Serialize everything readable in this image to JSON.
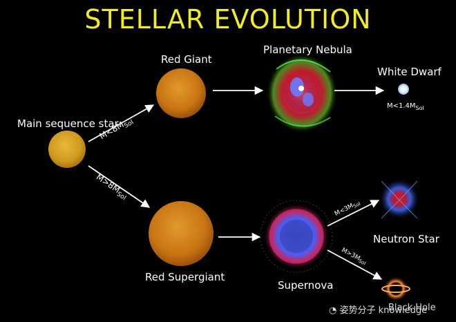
{
  "title": "STELLAR EVOLUTION",
  "labels": {
    "main_sequence": "Main sequence star",
    "red_giant": "Red Giant",
    "planetary_nebula": "Planetary Nebula",
    "white_dwarf": "White Dwarf",
    "red_supergiant": "Red Supergiant",
    "supernova": "Supernova",
    "neutron_star": "Neutron Star",
    "black_hole": "Black Hole"
  },
  "conditions": {
    "low_mass": {
      "text": "M<8M",
      "sub": "Sol"
    },
    "high_mass": {
      "text": "M>8M",
      "sub": "Sol"
    },
    "white_dwarf_limit": {
      "text": "M<1.4M",
      "sub": "Sol"
    },
    "neutron_limit": {
      "text": "M<3M",
      "sub": "Sol"
    },
    "black_hole_limit": {
      "text": "M>3M",
      "sub": "Sol"
    }
  },
  "watermark": "姿势分子 knowledge",
  "colors": {
    "title": "#f2ee1e",
    "star_yellow": "#d4a01e",
    "star_orange": "#cc7a12",
    "arrow": "#ffffff"
  }
}
